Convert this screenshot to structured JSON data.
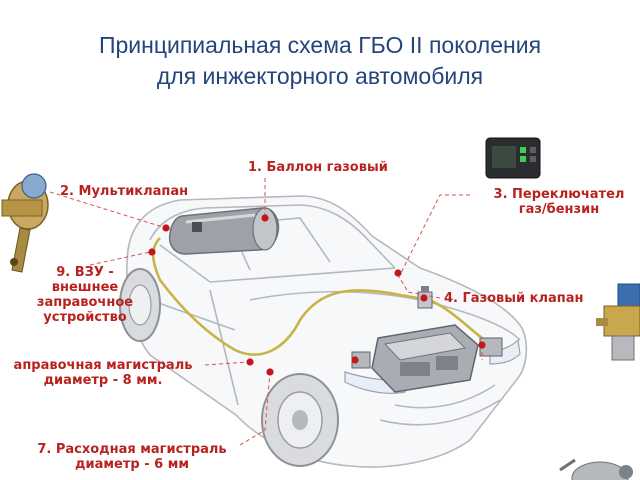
{
  "title": {
    "line1": "Принципиальная схема ГБО II поколения",
    "line2": "для инжекторного автомобиля"
  },
  "labels": {
    "cylinder": "1. Баллон газовый",
    "multivalve": "2. Мультиклапан",
    "switch_line1": "3. Переключател",
    "switch_line2": "газ/бензин",
    "gas_valve": "4. Газовый клапан",
    "filling_line1": "9. ВЗУ -",
    "filling_line2": "внешнее",
    "filling_line3": "заправочное",
    "filling_line4": "устройство",
    "fuel_line1": "аправочная магистраль",
    "fuel_line2": "диаметр - 8 мм.",
    "supply_line1": "7. Расходная магистраль",
    "supply_line2": "диаметр - 6 мм"
  },
  "colors": {
    "title": "#23457c",
    "label": "#b8231f",
    "leader": "#d9534f",
    "dot": "#c4161c",
    "gas_line": "#c8b445"
  }
}
